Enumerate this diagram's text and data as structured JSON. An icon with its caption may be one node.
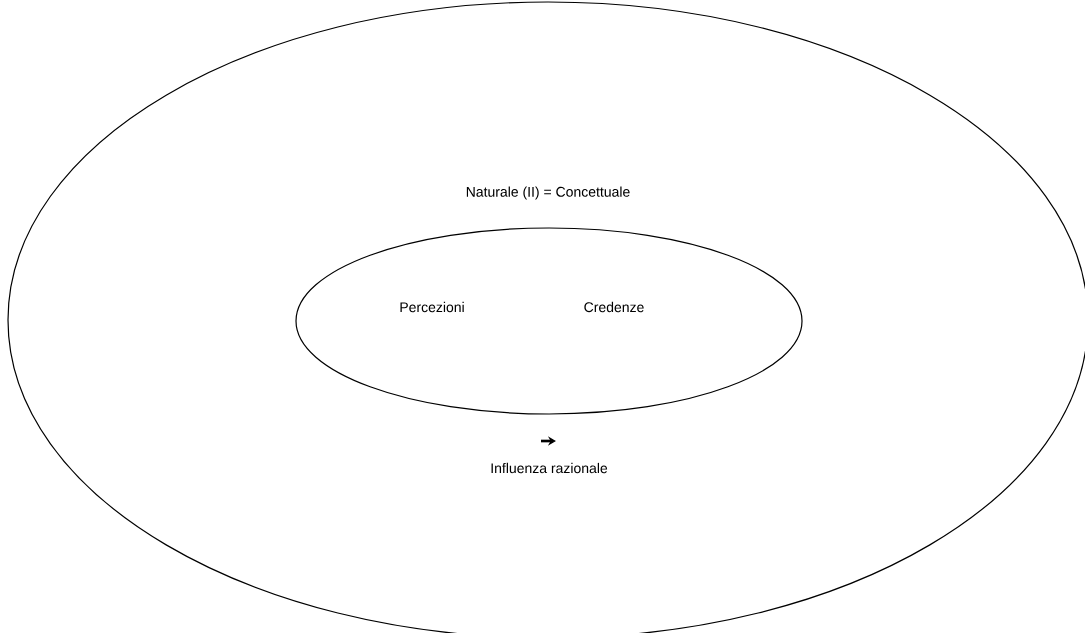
{
  "diagram": {
    "nodes": [
      {
        "text": [
          "Naturale (II) = Concettuale",
          "Influenza razionale"
        ]
      },
      {
        "text": [
          "Percezioni",
          "Credenze"
        ],
        "in": 0
      }
    ]
  }
}
